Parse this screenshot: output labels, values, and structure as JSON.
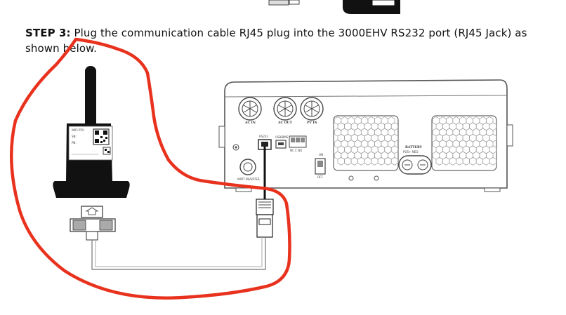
{
  "step": {
    "label": "STEP 3:",
    "text": " Plug the communication cable RJ45 plug into the 3000EHV RS232 port (RJ45 Jack) as shown below."
  },
  "inverter": {
    "port_labels": {
      "ac_in": "AC IN",
      "ac_out": "AC OUT",
      "pv_in": "PV IN",
      "rs232": "RS232",
      "usb": "USB/BMS",
      "dry": "NC C NO",
      "switch_on": "ON",
      "switch_off": "OFF",
      "battery": "BATTERY",
      "battery_pol": "POS+   NEG-",
      "mppt": "MPPT INVERTER"
    }
  },
  "dongle": {
    "sticker_lines": [
      "WIFI-RTU",
      "SN:",
      "PN:"
    ]
  },
  "colors": {
    "annotation": "#e8321e",
    "line": "#222222",
    "device": "#111111"
  }
}
